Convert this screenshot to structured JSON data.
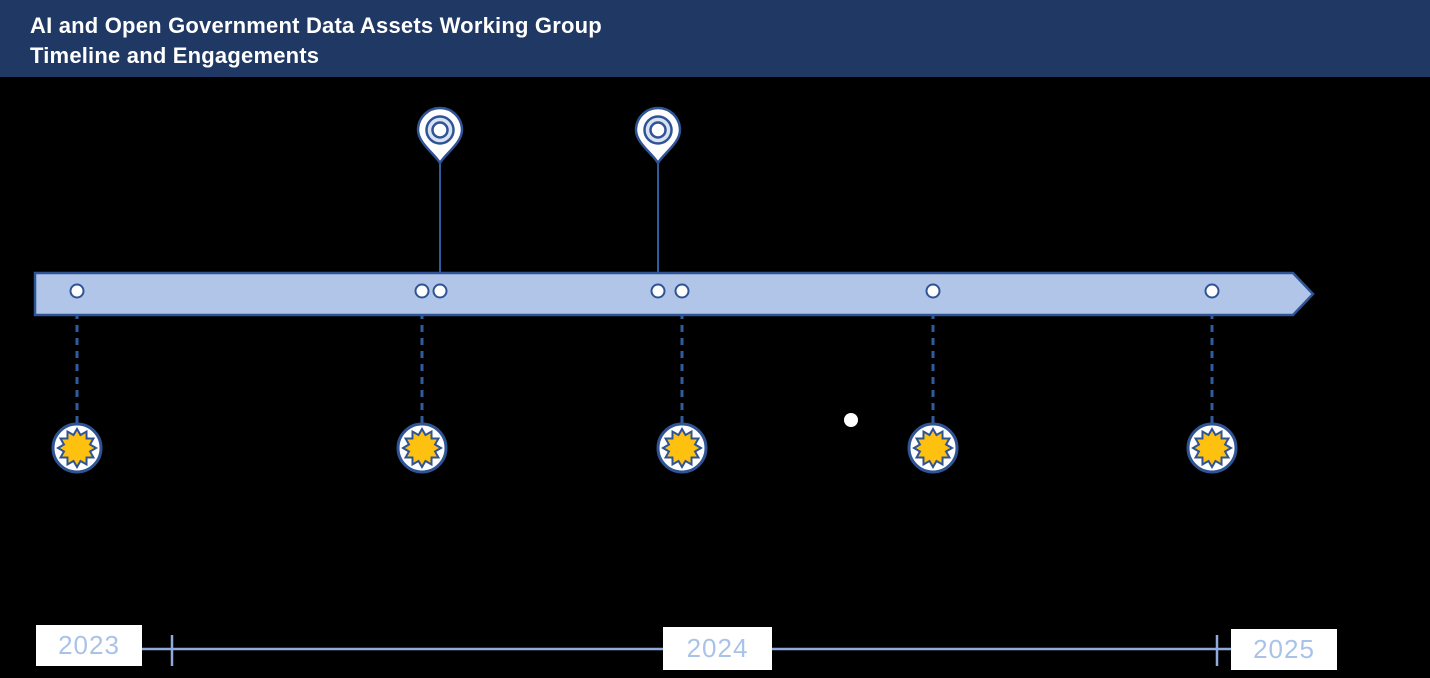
{
  "slide": {
    "title_line1": "AI and Open Government Data Assets Working Group",
    "title_line2": "Timeline and Engagements"
  },
  "timeline": {
    "axis_years": [
      "2023",
      "2024",
      "2025"
    ],
    "markers": [
      {
        "type": "star-event",
        "position": "start of 2023 segment"
      },
      {
        "type": "star-event",
        "position": "late 2023 segment"
      },
      {
        "type": "pin-engagement",
        "position": "late 2023 segment"
      },
      {
        "type": "pin-engagement",
        "position": "early 2024 segment"
      },
      {
        "type": "star-event",
        "position": "early 2024 segment"
      },
      {
        "type": "star-event",
        "position": "mid 2024 segment"
      },
      {
        "type": "star-event",
        "position": "end of 2024 segment"
      }
    ]
  },
  "colors": {
    "canvas_bg": "#000000",
    "header_bg": "#1F3864",
    "header_text": "#FFFFFF",
    "bar_fill": "#B1C5E8",
    "bar_stroke": "#2F5496",
    "connector_blue": "#2E5C9E",
    "pin_ring": "#D9E2F3",
    "star_gold": "#FFC110",
    "year_text": "#A9C3E8",
    "axis_line": "#8FAADC"
  }
}
